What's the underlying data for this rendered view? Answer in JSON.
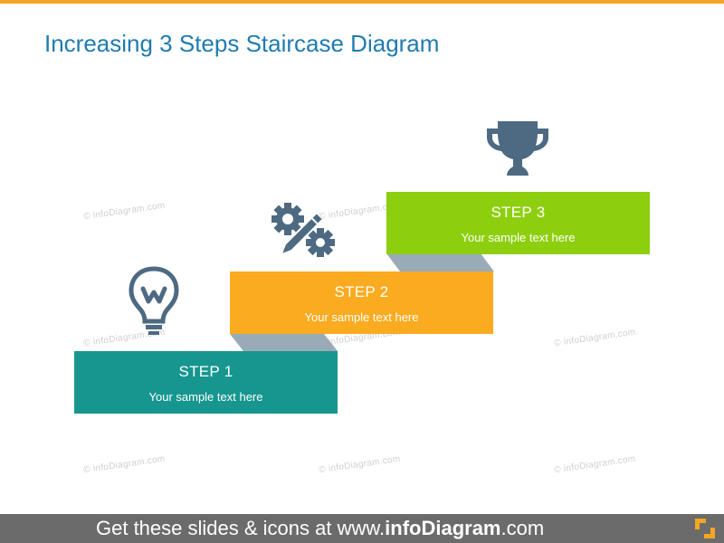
{
  "title": "Increasing 3 Steps Staircase Diagram",
  "watermark": "© infoDiagram.com",
  "colors": {
    "step1": "#16968e",
    "step2": "#fbab1f",
    "step3": "#8dcf0e",
    "connector": "#9aabb8",
    "icon": "#4d6a82",
    "title": "#1f7bb0",
    "top_bar": "#f5a623",
    "footer": "#6b6b6b"
  },
  "steps": [
    {
      "label": "STEP 1",
      "text": "Your sample text here",
      "icon": "lightbulb-icon"
    },
    {
      "label": "STEP 2",
      "text": "Your sample text here",
      "icon": "gears-pencil-icon"
    },
    {
      "label": "STEP 3",
      "text": "Your sample text here",
      "icon": "trophy-icon"
    }
  ],
  "footer": {
    "prefix": "Get these slides & icons at www.",
    "brand": "infoDiagram",
    "suffix": ".com"
  }
}
